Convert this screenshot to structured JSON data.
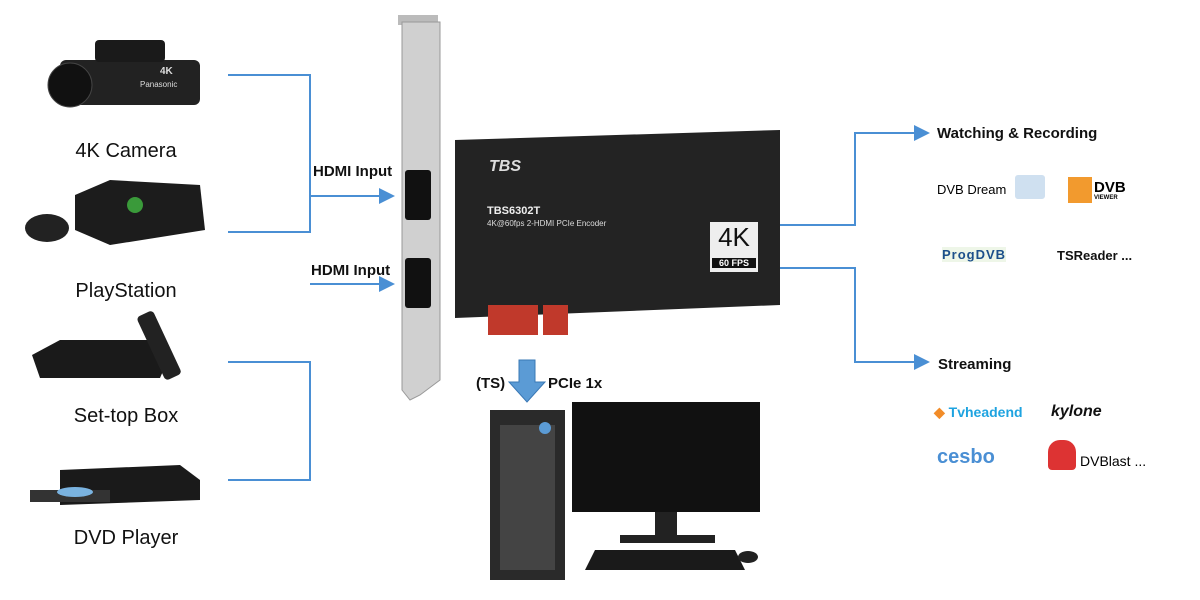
{
  "sources": [
    {
      "label": "4K Camera",
      "icon": "camcorder-icon",
      "brand": "Panasonic",
      "badge": "4K"
    },
    {
      "label": "PlayStation",
      "icon": "game-console-icon"
    },
    {
      "label": "Set-top Box",
      "icon": "set-top-box-icon"
    },
    {
      "label": "DVD Player",
      "icon": "dvd-player-icon"
    }
  ],
  "inputs": [
    "HDMI Input",
    "HDMI Input"
  ],
  "card": {
    "logo": "TBS",
    "model": "TBS6302T",
    "description": "4K@60fps 2-HDMI PCIe Encoder",
    "badge_big": "4K",
    "badge_small": "60 FPS"
  },
  "bus": {
    "left": "(TS)",
    "right": "PCIe 1x"
  },
  "outputs": {
    "watching": {
      "title": "Watching & Recording",
      "apps": [
        "DVB Dream",
        "DVB",
        "VIEWER",
        "ProgDVB",
        "TSReader ..."
      ]
    },
    "streaming": {
      "title": "Streaming",
      "apps": [
        "Tvheadend",
        "kylone",
        "cesbo",
        "DVBlast ..."
      ]
    }
  },
  "colors": {
    "line": "#4a8fd4",
    "card": "#222222",
    "bracket": "#c9c9c9"
  }
}
